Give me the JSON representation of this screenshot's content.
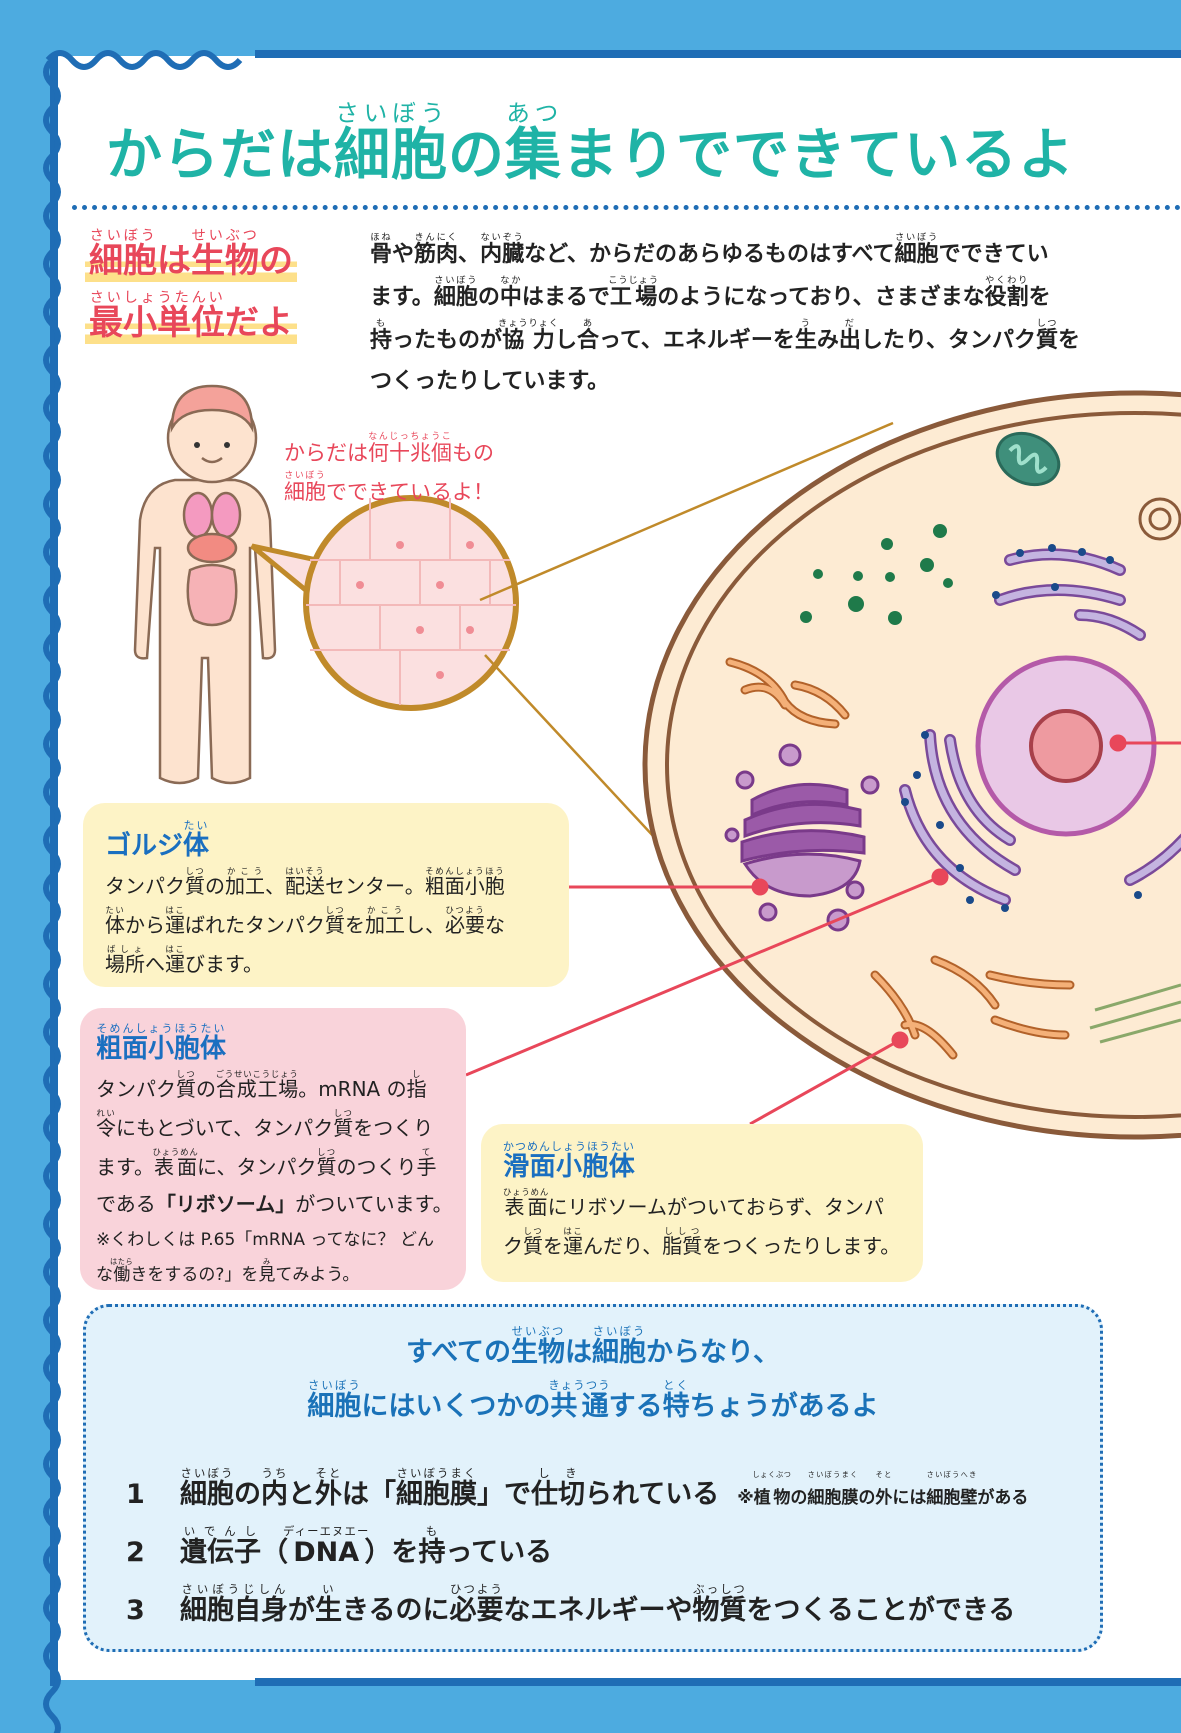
{
  "title": [
    "からだは",
    [
      "細胞",
      "さいぼう"
    ],
    "の",
    [
      "集",
      "あつ"
    ],
    "まりでできているよ"
  ],
  "left_heading": [
    [
      [
        "細胞",
        "さいぼう"
      ],
      "は",
      [
        "生物",
        "せいぶつ"
      ],
      "の"
    ],
    [
      [
        "最小単位",
        "さいしょうたんい"
      ],
      "だよ"
    ]
  ],
  "intro": [
    [
      [
        "骨",
        "ほね"
      ],
      "や",
      [
        "筋肉",
        "きんにく"
      ],
      "、",
      [
        "内臓",
        "ないぞう"
      ],
      "など、からだのあらゆるものはすべて",
      [
        "細胞",
        "さいぼう"
      ],
      "でできてい"
    ],
    [
      "ます。",
      [
        "細胞",
        "さいぼう"
      ],
      "の",
      [
        "中",
        "なか"
      ],
      "はまるで",
      [
        "工場",
        "こうじょう"
      ],
      "のようになっており、さまざまな",
      [
        "役割",
        "やくわり"
      ],
      "を"
    ],
    [
      [
        "持",
        "も"
      ],
      "ったものが",
      [
        "協力",
        "きょうりょく"
      ],
      "し",
      [
        "合",
        "あ"
      ],
      "って、エネルギーを",
      [
        "生",
        "う"
      ],
      "み",
      [
        "出",
        "だ"
      ],
      "したり、タンパク",
      [
        "質",
        "しつ"
      ],
      "を"
    ],
    [
      "つくったりしています。"
    ]
  ],
  "callout": [
    [
      "からだは",
      [
        "何十兆個",
        "なんじっちょうこ"
      ],
      "もの"
    ],
    [
      [
        "細胞",
        "さいぼう"
      ],
      "でできているよ！"
    ]
  ],
  "golgi": {
    "title": [
      "ゴルジ",
      [
        "体",
        "たい"
      ]
    ],
    "lines": [
      [
        "タンパク",
        [
          "質",
          "しつ"
        ],
        "の",
        [
          "加工",
          "かこう"
        ],
        "、",
        [
          "配送",
          "はいそう"
        ],
        "センター。",
        [
          "粗面小胞",
          "そめんしょうほう"
        ]
      ],
      [
        [
          "体",
          "たい"
        ],
        "から",
        [
          "運",
          "はこ"
        ],
        "ばれたタンパク",
        [
          "質",
          "しつ"
        ],
        "を",
        [
          "加工",
          "かこう"
        ],
        "し、",
        [
          "必要",
          "ひつよう"
        ],
        "な"
      ],
      [
        [
          "場所",
          "ばしょ"
        ],
        "へ",
        [
          "運",
          "はこ"
        ],
        "びます。"
      ]
    ]
  },
  "rough_er": {
    "title": [
      [
        "粗面小胞体",
        "そめんしょうほうたい"
      ]
    ],
    "lines": [
      [
        "タンパク",
        [
          "質",
          "しつ"
        ],
        "の",
        [
          "合成工場",
          "ごうせいこうじょう"
        ],
        "。mRNA の",
        [
          "指",
          "し"
        ]
      ],
      [
        [
          "令",
          "れい"
        ],
        "にもとづいて、タンパク",
        [
          "質",
          "しつ"
        ],
        "をつくり"
      ],
      [
        "ます。",
        [
          "表面",
          "ひょうめん"
        ],
        "に、タンパク",
        [
          "質",
          "しつ"
        ],
        "のつくり",
        [
          "手",
          "て"
        ]
      ],
      [
        "である",
        [
          "「リボソーム」",
          "",
          "bold"
        ],
        "がついています。"
      ]
    ],
    "notes": [
      [
        "※くわしくは P.65「mRNA ってなに？ どん"
      ],
      [
        "な",
        [
          "働",
          "はたら"
        ],
        "きをするの?」を",
        [
          "見",
          "み"
        ],
        "てみよう。"
      ]
    ]
  },
  "smooth_er": {
    "title": [
      [
        "滑面小胞体",
        "かつめんしょうほうたい"
      ]
    ],
    "lines": [
      [
        [
          "表面",
          "ひょうめん"
        ],
        "にリボソームがついておらず、タンパ"
      ],
      [
        "ク",
        [
          "質",
          "しつ"
        ],
        "を",
        [
          "運",
          "はこ"
        ],
        "んだり、",
        [
          "脂質",
          "ししつ"
        ],
        "をつくったりします。"
      ]
    ]
  },
  "summary": {
    "heading": [
      [
        "すべての",
        [
          "生物",
          "せいぶつ"
        ],
        "は",
        [
          "細胞",
          "さいぼう"
        ],
        "からなり、"
      ],
      [
        [
          "細胞",
          "さいぼう"
        ],
        "にはいくつかの",
        [
          "共通",
          "きょうつう"
        ],
        "する",
        [
          "特",
          "とく"
        ],
        "ちょうがあるよ"
      ]
    ],
    "items": [
      {
        "num": "1",
        "text": [
          [
            "細胞",
            "さいぼう"
          ],
          "の",
          [
            "内",
            "うち"
          ],
          "と",
          [
            "外",
            "そと"
          ],
          "は「",
          [
            "細胞膜",
            "さいぼうまく"
          ],
          "」で",
          [
            "仕切",
            "しき"
          ],
          "られている"
        ],
        "note": [
          "※",
          [
            "植物",
            "しょくぶつ"
          ],
          "の",
          [
            "細胞膜",
            "さいぼうまく"
          ],
          "の",
          [
            "外",
            "そと"
          ],
          "には",
          [
            "細胞壁",
            "さいぼうへき"
          ],
          "がある"
        ]
      },
      {
        "num": "2",
        "text": [
          [
            "遺伝子",
            "いでんし"
          ],
          "（",
          [
            "DNA",
            "ディーエヌエー"
          ],
          "）を",
          [
            "持",
            "も"
          ],
          "っている"
        ]
      },
      {
        "num": "3",
        "text": [
          [
            "細胞自身",
            "さいぼうじしん"
          ],
          "が",
          [
            "生",
            "い"
          ],
          "きるのに",
          [
            "必要",
            "ひつよう"
          ],
          "なエネルギーや",
          [
            "物質",
            "ぶっしつ"
          ],
          "をつくることができる"
        ]
      }
    ]
  },
  "colors": {
    "frame": "#4dabe0",
    "frame_dark": "#1f6db5",
    "title": "#1fb3a6",
    "accent_red": "#e8475a",
    "heading_blue": "#1a6fc0",
    "yellow_box": "#fdf3c6",
    "pink_box": "#f9d3da",
    "blue_box": "#e2f2fb"
  }
}
